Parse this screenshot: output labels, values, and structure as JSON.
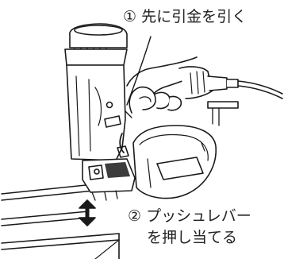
{
  "step1": {
    "label": "① 先に引金を引く"
  },
  "step2": {
    "line1": "② プッシュレバー",
    "line2": "を押し当てる"
  }
}
